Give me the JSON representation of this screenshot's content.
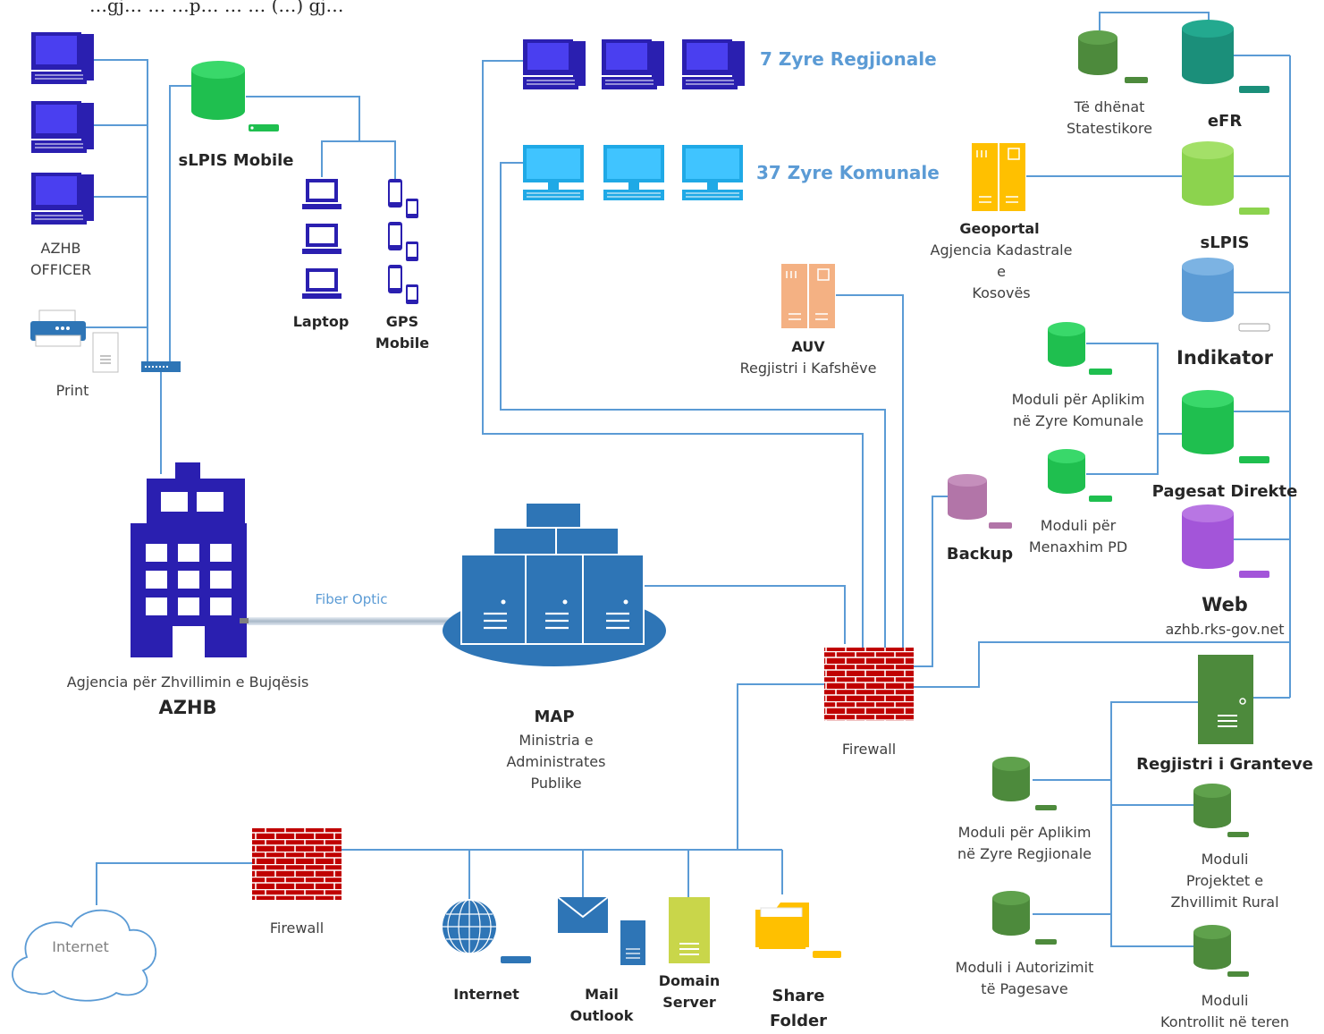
{
  "header_text": "…gj… … …p… … … (…) gj…",
  "colors": {
    "line": "#5b9bd5",
    "pc_dark": "#2a1fb0",
    "pc_light": "#1fa9e6",
    "db_green": "#1fbf4f",
    "db_darkgreen": "#4d8a3c",
    "db_teal": "#1b8f7a",
    "db_lime": "#8cd34e",
    "db_blue": "#5b9bd5",
    "db_purple": "#a355d9",
    "db_mauve": "#b275a8",
    "firewall": "#c00000",
    "server_blue": "#2e75b6",
    "building": "#2a1fb0"
  },
  "labels": {
    "azhb_officer": [
      "AZHB",
      "OFFICER"
    ],
    "print": "Print",
    "slpis_mobile": "sLPIS Mobile",
    "laptop": "Laptop",
    "gps_mobile": [
      "GPS",
      "Mobile"
    ],
    "zyre_regjionale": "7  Zyre Regjionale",
    "zyre_komunale": "37  Zyre Komunale",
    "auv_title": "AUV",
    "auv_sub": "Regjistri i Kafshëve",
    "geoportal_title": "Geoportal",
    "geoportal_sub": [
      "Agjencia Kadastrale",
      "e",
      "Kosovës"
    ],
    "te_dhenat": [
      "Të dhënat",
      "Statestikore"
    ],
    "efr": "eFR",
    "slpis": "sLPIS",
    "indikator": "Indikator",
    "moduli_aplikim_komunale": [
      "Moduli për Aplikim",
      "në Zyre Komunale"
    ],
    "pagesat_direkte": "Pagesat Direkte",
    "moduli_menaxhim": [
      "Moduli për",
      "Menaxhim PD"
    ],
    "backup": "Backup",
    "web": "Web",
    "web_url": "azhb.rks-gov.net",
    "fiber_optic": "Fiber Optic",
    "azhb_full": "Agjencia për Zhvillimin e Bujqësis",
    "azhb": "AZHB",
    "map_title": "MAP",
    "map_sub": [
      "Ministria e",
      "Administrates",
      "Publike"
    ],
    "firewall_main": "Firewall",
    "regjistri_granteve": "Regjistri i Granteve",
    "moduli_aplikim_regjionale": [
      "Moduli për Aplikim",
      "në Zyre Regjionale"
    ],
    "moduli_projektet": [
      "Moduli",
      "Projektet e",
      "Zhvillimit Rural"
    ],
    "moduli_autorizimit": [
      "Moduli i Autorizimit",
      "të Pagesave"
    ],
    "moduli_kontrollit": [
      "Moduli",
      "Kontrollit në teren"
    ],
    "firewall_internet": "Firewall",
    "internet_cloud": "Internet",
    "internet": "Internet",
    "mail_outlook": [
      "Mail",
      "Outlook"
    ],
    "domain_server": [
      "Domain",
      "Server"
    ],
    "share_folder": [
      "Share",
      "Folder"
    ]
  }
}
